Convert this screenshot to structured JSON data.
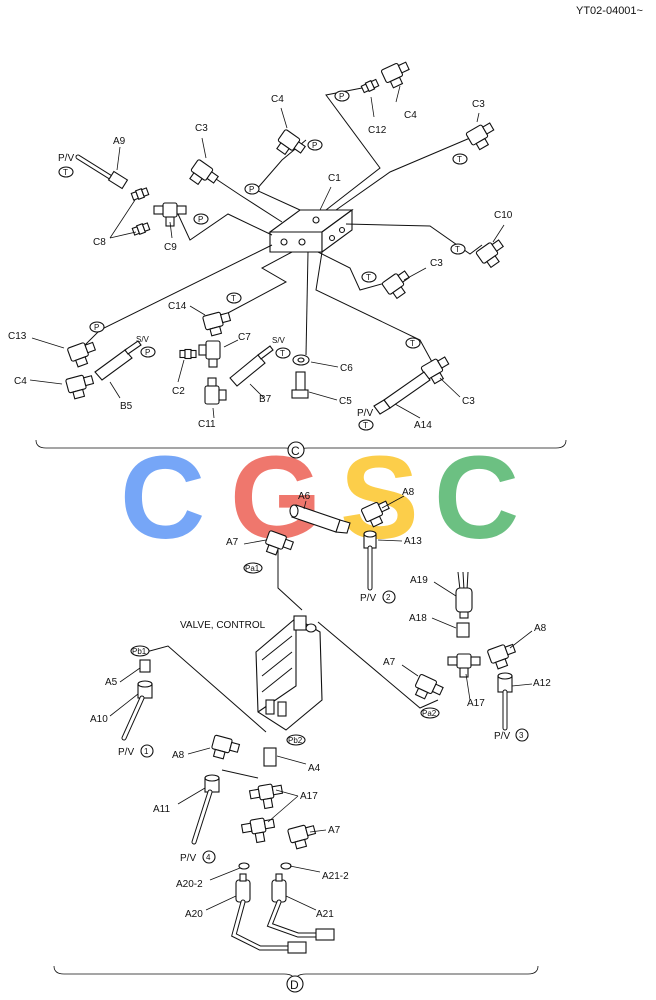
{
  "document_id": "YT02-04001~",
  "watermark": {
    "letters": [
      "C",
      "G",
      "S",
      "C"
    ],
    "colors": [
      "#4285f4",
      "#ea4335",
      "#fbbc05",
      "#34a853"
    ]
  },
  "groups": {
    "c": {
      "marker": "C"
    },
    "d": {
      "marker": "D"
    }
  },
  "ports": {
    "p": "P",
    "t": "T",
    "pa1": "Pa1",
    "pa2": "Pa2",
    "pb1": "Pb1",
    "pb2": "Pb2"
  },
  "labels": {
    "c1": "C1",
    "c2": "C2",
    "c3": "C3",
    "c4": "C4",
    "c5": "C5",
    "c6": "C6",
    "c7": "C7",
    "c8": "C8",
    "c9": "C9",
    "c10": "C10",
    "c11": "C11",
    "c12": "C12",
    "c13": "C13",
    "c14": "C14",
    "a4": "A4",
    "a5": "A5",
    "a6": "A6",
    "a7": "A7",
    "a8": "A8",
    "a9": "A9",
    "a10": "A10",
    "a11": "A11",
    "a12": "A12",
    "a13": "A13",
    "a14": "A14",
    "a17": "A17",
    "a18": "A18",
    "a19": "A19",
    "a20": "A20",
    "a20_2": "A20-2",
    "a21": "A21",
    "a21_2": "A21-2",
    "b5": "B5",
    "b7": "B7",
    "pv": "P/V",
    "sv": "S/V",
    "valve": "VALVE, CONTROL"
  },
  "pilot_numbers": [
    "1",
    "2",
    "3",
    "4"
  ]
}
